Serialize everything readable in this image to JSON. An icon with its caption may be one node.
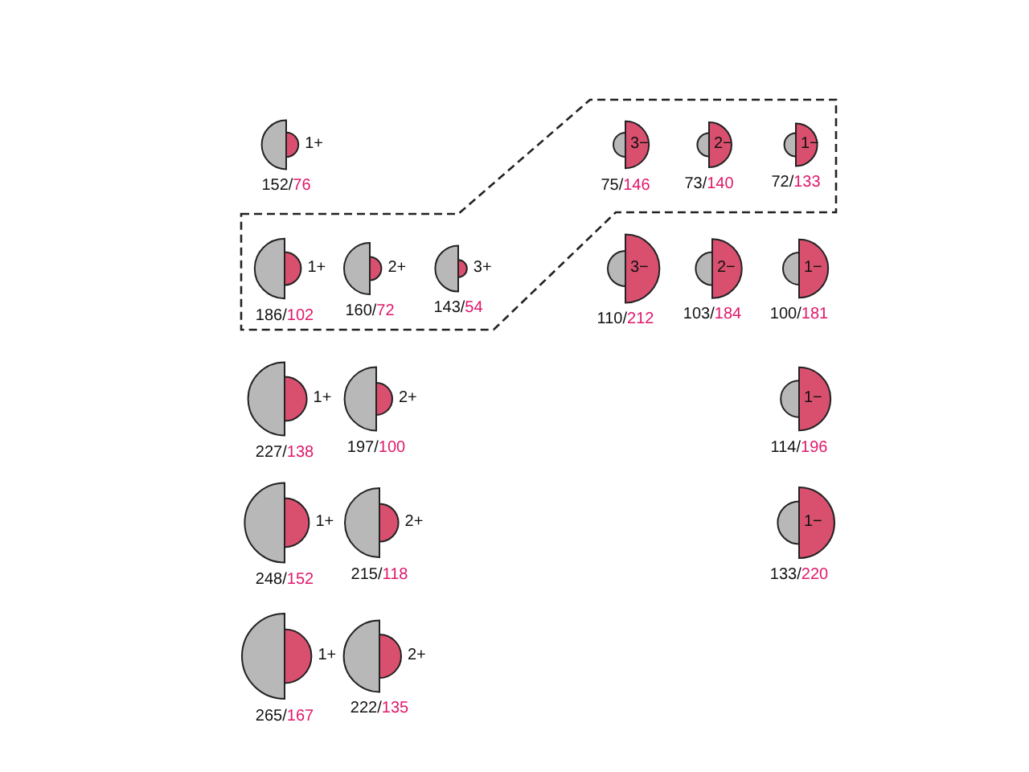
{
  "diagram": {
    "nodes": [
      {
        "text": [
          "1+"
        ],
        "beside": [
          "152/76"
        ]
      },
      {
        "text": [
          "3−"
        ],
        "beside": [
          "75/146"
        ]
      },
      {
        "text": [
          "2−"
        ],
        "beside": [
          "73/140"
        ]
      },
      {
        "text": [
          "1−"
        ],
        "beside": [
          "72/133"
        ]
      },
      {
        "text": [
          "1+"
        ],
        "beside": [
          "186/102"
        ]
      },
      {
        "text": [
          "2+"
        ],
        "beside": [
          "160/72"
        ]
      },
      {
        "text": [
          "3+"
        ],
        "beside": [
          "143/54"
        ]
      },
      {
        "text": [
          "3−"
        ],
        "beside": [
          "110/212"
        ]
      },
      {
        "text": [
          "2−"
        ],
        "beside": [
          "103/184"
        ]
      },
      {
        "text": [
          "1−"
        ],
        "beside": [
          "100/181"
        ]
      },
      {
        "text": [
          "1+"
        ],
        "beside": [
          "227/138"
        ]
      },
      {
        "text": [
          "2+"
        ],
        "beside": [
          "197/100"
        ]
      },
      {
        "text": [
          "1−"
        ],
        "beside": [
          "114/196"
        ]
      },
      {
        "text": [
          "1+"
        ],
        "beside": [
          "248/152"
        ]
      },
      {
        "text": [
          "2+"
        ],
        "beside": [
          "215/118"
        ]
      },
      {
        "text": [
          "1−"
        ],
        "beside": [
          "133/220"
        ]
      },
      {
        "text": [
          "1+"
        ],
        "beside": [
          "265/167"
        ]
      },
      {
        "text": [
          "2+"
        ],
        "beside": [
          "222/135"
        ]
      }
    ]
  }
}
